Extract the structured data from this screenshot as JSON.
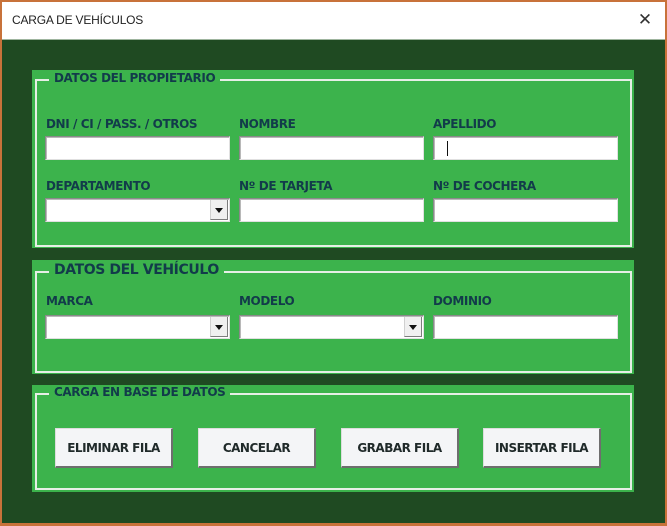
{
  "window": {
    "title": "CARGA DE VEHÍCULOS",
    "close_glyph": "✕",
    "colors": {
      "frame_border": "#c8723a",
      "background": "#1f4a22",
      "panel": "#3cb34c",
      "label_text": "#123b4a"
    }
  },
  "owner_section": {
    "legend": "DATOS DEL PROPIETARIO",
    "fields": {
      "dni": {
        "label": "DNI / CI / PASS. / OTROS",
        "value": ""
      },
      "nombre": {
        "label": "NOMBRE",
        "value": ""
      },
      "apellido": {
        "label": "APELLIDO",
        "value": ""
      },
      "departamento": {
        "label": "DEPARTAMENTO",
        "value": ""
      },
      "tarjeta": {
        "label": "Nº DE TARJETA",
        "value": ""
      },
      "cochera": {
        "label": "Nº DE COCHERA",
        "value": ""
      }
    }
  },
  "vehicle_section": {
    "legend": "DATOS DEL VEHÍCULO",
    "fields": {
      "marca": {
        "label": "MARCA",
        "value": ""
      },
      "modelo": {
        "label": "MODELO",
        "value": ""
      },
      "dominio": {
        "label": "DOMINIO",
        "value": ""
      }
    }
  },
  "db_section": {
    "legend": "CARGA EN BASE DE DATOS",
    "buttons": {
      "eliminar": "ELIMINAR FILA",
      "cancelar": "CANCELAR",
      "grabar": "GRABAR FILA",
      "insertar": "INSERTAR FILA"
    }
  }
}
